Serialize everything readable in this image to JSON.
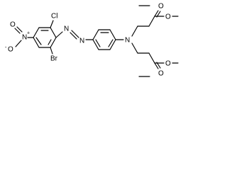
{
  "atom_labels": {
    "cl": "Cl",
    "br": "Br",
    "nitro_o_minus": "O",
    "nitro_minus": "-",
    "nitro_n": "N",
    "nitro_plus": "+",
    "nitro_o_top": "O",
    "azo_n1": "N",
    "azo_n2": "N",
    "amine_n": "N",
    "ester_top_carbonyl_o": "O",
    "ester_top_ether_o": "O",
    "ester_bottom_carbonyl_o": "O",
    "ester_bottom_ether_o": "O"
  },
  "colors": {
    "bond": "#000000",
    "text": "#000000",
    "background": "#ffffff"
  }
}
